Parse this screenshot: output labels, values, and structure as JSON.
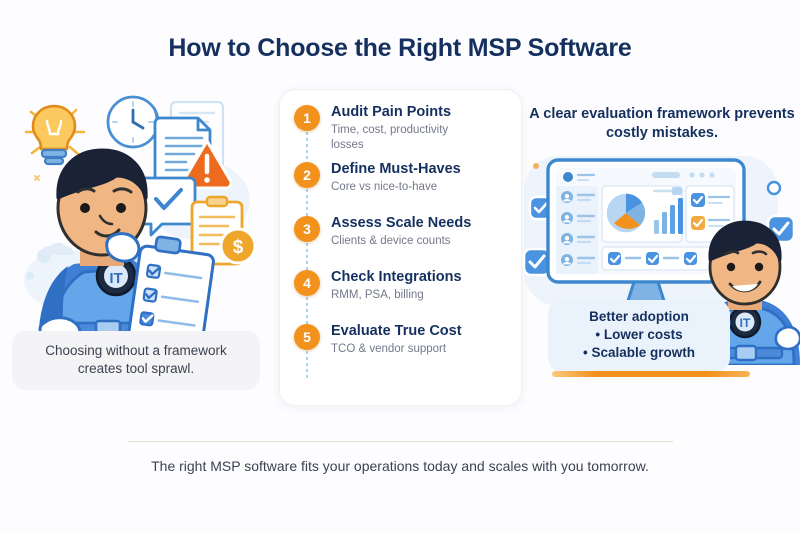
{
  "page": {
    "title": "How to Choose the Right MSP Software",
    "background_color": "#fdfdff",
    "accent_color": "#f2921d",
    "heading_color": "#15305e"
  },
  "left": {
    "illustration_name": "thinking-superhero-with-clipboard",
    "caption": "Choosing without a framework creates tool sprawl.",
    "icons": [
      "lightbulb-icon",
      "clock-icon",
      "document-icon",
      "warning-triangle-icon",
      "checkmark-bubble-icon",
      "invoice-dollar-icon",
      "clipboard-checklist-icon"
    ]
  },
  "steps": {
    "items": [
      {
        "number": "1",
        "title": "Audit Pain Points",
        "subtitle": "Time, cost, productivity losses"
      },
      {
        "number": "2",
        "title": "Define Must-Haves",
        "subtitle": "Core vs nice-to-have"
      },
      {
        "number": "3",
        "title": "Assess Scale Needs",
        "subtitle": "Clients & device counts"
      },
      {
        "number": "4",
        "title": "Check Integrations",
        "subtitle": "RMM, PSA, billing"
      },
      {
        "number": "5",
        "title": "Evaluate True Cost",
        "subtitle": "TCO & vendor support"
      }
    ]
  },
  "right": {
    "headline": "A clear evaluation framework prevents costly mistakes.",
    "illustration_name": "dashboard-monitor-with-pointing-superhero",
    "benefits": [
      "Better adoption",
      "• Lower costs",
      "• Scalable growth"
    ]
  },
  "footer": {
    "caption": "The right MSP software fits your operations today and scales with you tomorrow."
  }
}
